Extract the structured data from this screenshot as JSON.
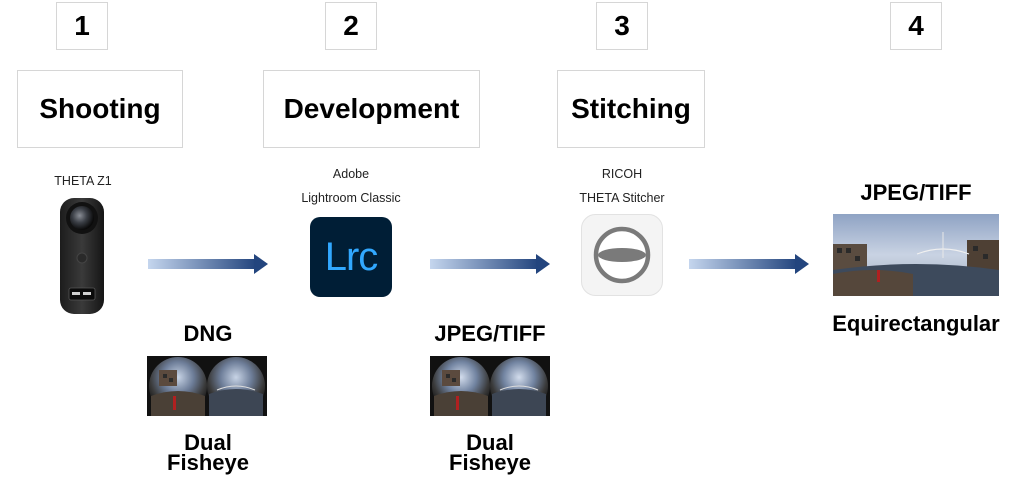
{
  "steps": [
    {
      "number": "1",
      "title": "Shooting"
    },
    {
      "number": "2",
      "title": "Development"
    },
    {
      "number": "3",
      "title": "Stitching"
    },
    {
      "number": "4"
    }
  ],
  "camera": {
    "label": "THETA Z1"
  },
  "lightroom": {
    "label_line1": "Adobe",
    "label_line2": "Lightroom Classic",
    "logo_text": "Lrc",
    "color": "#001e36",
    "accent": "#31a8ff"
  },
  "stitcher": {
    "label_line1": "RICOH",
    "label_line2": "THETA Stitcher"
  },
  "outputs": {
    "dng": {
      "format": "DNG",
      "type_line1": "Dual",
      "type_line2": "Fisheye"
    },
    "jpeg_fisheye": {
      "format": "JPEG/TIFF",
      "type_line1": "Dual",
      "type_line2": "Fisheye"
    },
    "final": {
      "format": "JPEG/TIFF",
      "type": "Equirectangular"
    }
  },
  "colors": {
    "arrow_start": "#c5d6ee",
    "arrow_end": "#23457e"
  }
}
